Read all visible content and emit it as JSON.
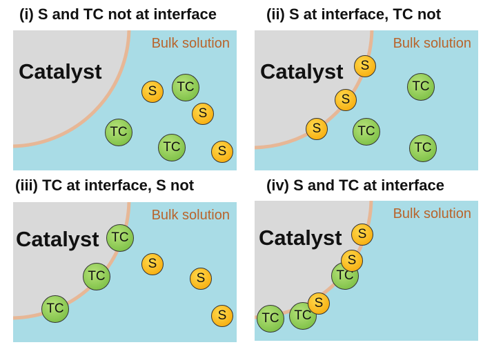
{
  "panels": [
    {
      "title": "(i) S and TC not at interface",
      "catalyst": "Catalyst",
      "bulk": "Bulk solution",
      "particles": [
        "S",
        "TC",
        "S",
        "TC",
        "TC",
        "S"
      ]
    },
    {
      "title": "(ii) S at interface, TC not",
      "catalyst": "Catalyst",
      "bulk": "Bulk solution",
      "particles": [
        "S",
        "S",
        "S",
        "TC",
        "TC",
        "TC"
      ]
    },
    {
      "title": "(iii) TC at interface, S not",
      "catalyst": "Catalyst",
      "bulk": "Bulk solution",
      "particles": [
        "TC",
        "TC",
        "TC",
        "S",
        "S",
        "S"
      ]
    },
    {
      "title": "(iv) S and TC at interface",
      "catalyst": "Catalyst",
      "bulk": "Bulk solution",
      "particles": [
        "TC",
        "TC",
        "TC",
        "S",
        "S",
        "S"
      ]
    }
  ],
  "colors": {
    "solution": "#a9dce6",
    "catalyst": "#d9d9d9",
    "interface": "#e7b796",
    "S": "#f5a300",
    "TC": "#7cc043",
    "bulk_label": "#b8642c"
  }
}
